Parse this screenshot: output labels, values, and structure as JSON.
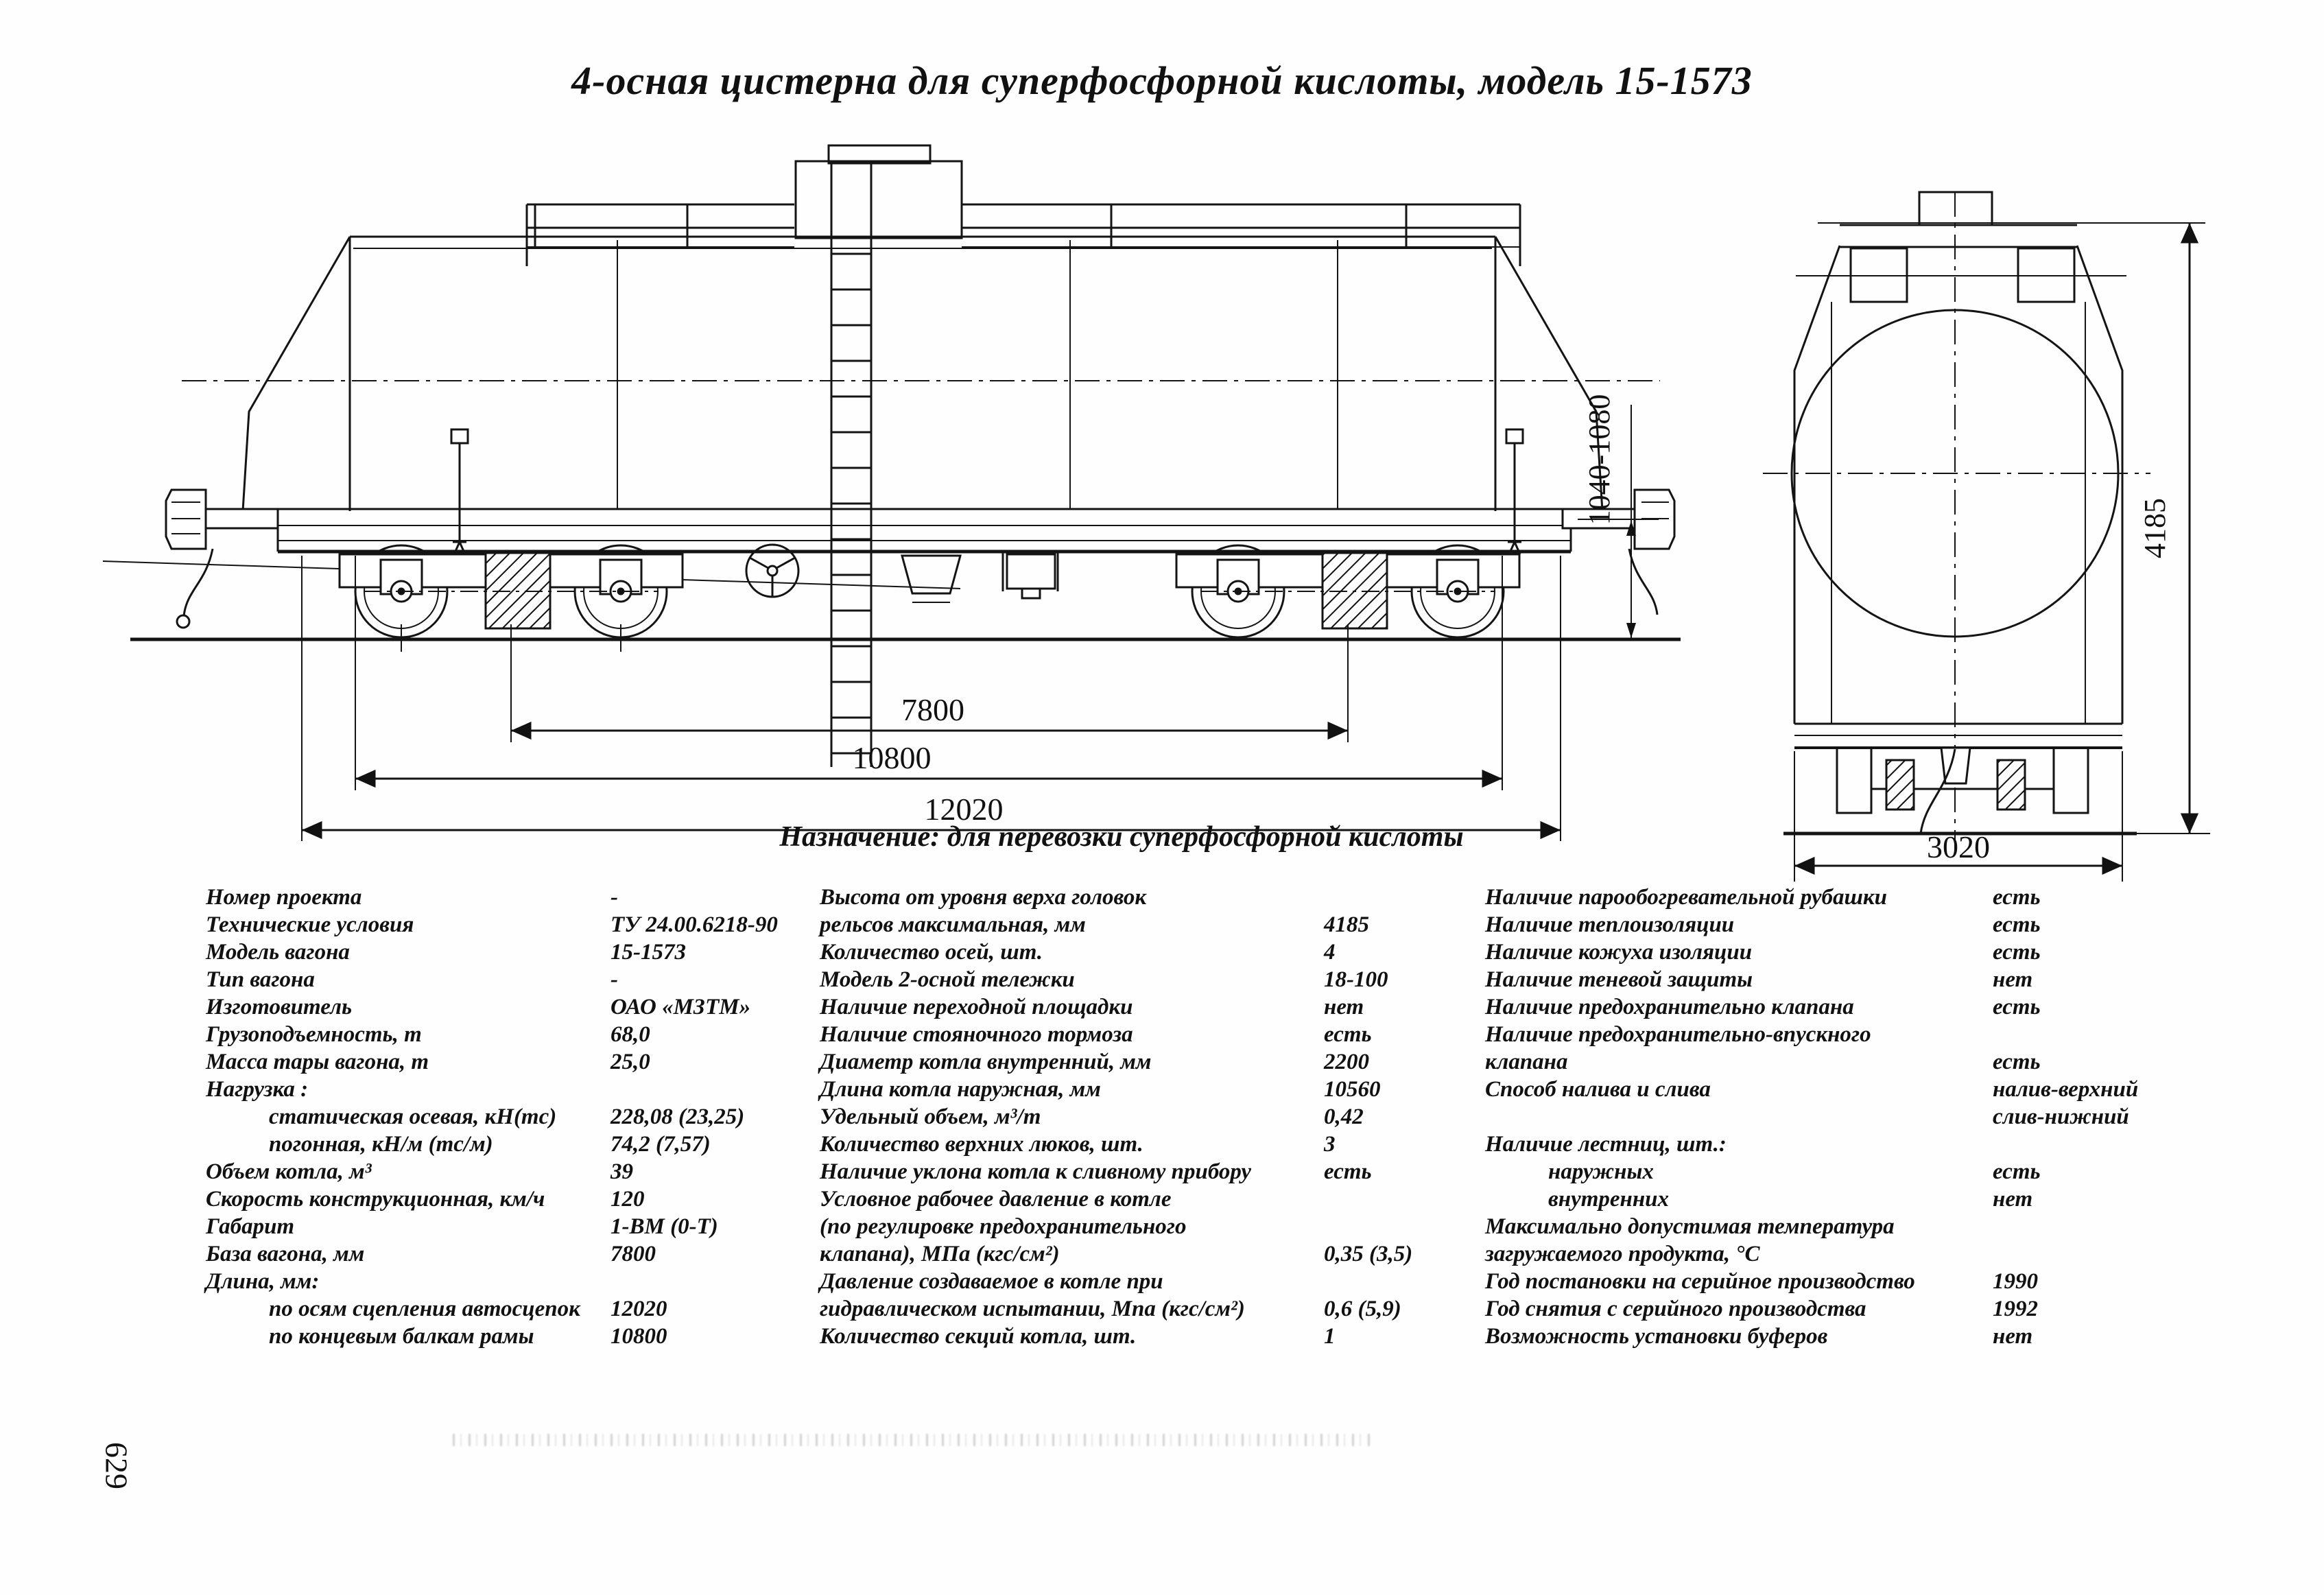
{
  "title": "4-осная цистерна для суперфосфорной кислоты, модель 15-1573",
  "purpose": "Назначение: для перевозки суперфосфорной кислоты",
  "page_number": "629",
  "drawing": {
    "dims": {
      "bogie_base": "7800",
      "over_end_beams": "10800",
      "over_couplers": "12020",
      "coupler_height": "1040-1080",
      "end_width": "3020",
      "max_height": "4185"
    }
  },
  "specs": {
    "col1": [
      {
        "l": "Номер проекта",
        "v": "-",
        "i": false
      },
      {
        "l": "Технические условия",
        "v": "ТУ 24.00.6218-90",
        "i": false
      },
      {
        "l": "Модель вагона",
        "v": "15-1573",
        "i": false
      },
      {
        "l": "Тип вагона",
        "v": "-",
        "i": false
      },
      {
        "l": "Изготовитель",
        "v": "ОАО «МЗТМ»",
        "i": false
      },
      {
        "l": "Грузоподъемность, т",
        "v": "68,0",
        "i": false
      },
      {
        "l": "Масса тары вагона, т",
        "v": "25,0",
        "i": false
      },
      {
        "l": "Нагрузка :",
        "v": "",
        "i": false
      },
      {
        "l": "статическая осевая, кН(тс)",
        "v": "228,08 (23,25)",
        "i": true
      },
      {
        "l": "погонная, кН/м (тс/м)",
        "v": "74,2 (7,57)",
        "i": true
      },
      {
        "l": "Объем котла, м³",
        "v": "39",
        "i": false
      },
      {
        "l": "Скорость конструкционная, км/ч",
        "v": "120",
        "i": false
      },
      {
        "l": "Габарит",
        "v": "1-ВМ (0-Т)",
        "i": false
      },
      {
        "l": "База вагона, мм",
        "v": "7800",
        "i": false
      },
      {
        "l": "Длина, мм:",
        "v": "",
        "i": false
      },
      {
        "l": "по осям сцепления автосцепок",
        "v": "12020",
        "i": true
      },
      {
        "l": "по концевым балкам рамы",
        "v": "10800",
        "i": true
      }
    ],
    "col2": [
      {
        "l": "Высота от уровня верха головок",
        "v": "",
        "i": false
      },
      {
        "l": "рельсов максимальная, мм",
        "v": "4185",
        "i": false
      },
      {
        "l": "Количество осей, шт.",
        "v": "4",
        "i": false
      },
      {
        "l": "Модель 2-осной тележки",
        "v": "18-100",
        "i": false
      },
      {
        "l": "Наличие переходной площадки",
        "v": "нет",
        "i": false
      },
      {
        "l": "Наличие стояночного тормоза",
        "v": "есть",
        "i": false
      },
      {
        "l": "Диаметр котла внутренний, мм",
        "v": "2200",
        "i": false
      },
      {
        "l": "Длина котла наружная, мм",
        "v": "10560",
        "i": false
      },
      {
        "l": "Удельный объем, м³/т",
        "v": "0,42",
        "i": false
      },
      {
        "l": "Количество верхних люков, шт.",
        "v": "3",
        "i": false
      },
      {
        "l": "Наличие уклона котла к сливному прибору",
        "v": "есть",
        "i": false
      },
      {
        "l": "Условное рабочее давление в котле",
        "v": "",
        "i": false
      },
      {
        "l": "(по регулировке предохранительного",
        "v": "",
        "i": false
      },
      {
        "l": "клапана), МПа (кгс/см²)",
        "v": "0,35 (3,5)",
        "i": false
      },
      {
        "l": "Давление создаваемое в котле при",
        "v": "",
        "i": false
      },
      {
        "l": "гидравлическом испытании, Мпа (кгс/см²)",
        "v": "0,6 (5,9)",
        "i": false
      },
      {
        "l": "Количество секций котла, шт.",
        "v": "1",
        "i": false
      }
    ],
    "col3": [
      {
        "l": "Наличие парообогревательной рубашки",
        "v": "есть",
        "i": false
      },
      {
        "l": "Наличие теплоизоляции",
        "v": "есть",
        "i": false
      },
      {
        "l": "Наличие кожуха изоляции",
        "v": "есть",
        "i": false
      },
      {
        "l": "Наличие теневой защиты",
        "v": "нет",
        "i": false
      },
      {
        "l": "Наличие предохранительно клапана",
        "v": "есть",
        "i": false
      },
      {
        "l": "Наличие предохранительно-впускного",
        "v": "",
        "i": false
      },
      {
        "l": "клапана",
        "v": "есть",
        "i": false
      },
      {
        "l": "Способ налива и слива",
        "v": "налив-верхний",
        "i": false
      },
      {
        "l": "",
        "v": "слив-нижний",
        "i": false
      },
      {
        "l": "Наличие лестниц, шт.:",
        "v": "",
        "i": false
      },
      {
        "l": "наружных",
        "v": "есть",
        "i": true
      },
      {
        "l": "внутренних",
        "v": "нет",
        "i": true
      },
      {
        "l": "Максимально допустимая температура",
        "v": "",
        "i": false
      },
      {
        "l": "загружаемого продукта, °С",
        "v": "",
        "i": false
      },
      {
        "l": "Год постановки на серийное производство",
        "v": "1990",
        "i": false
      },
      {
        "l": "Год снятия с серийного производства",
        "v": "1992",
        "i": false
      },
      {
        "l": "Возможность установки буферов",
        "v": "нет",
        "i": false
      }
    ]
  }
}
